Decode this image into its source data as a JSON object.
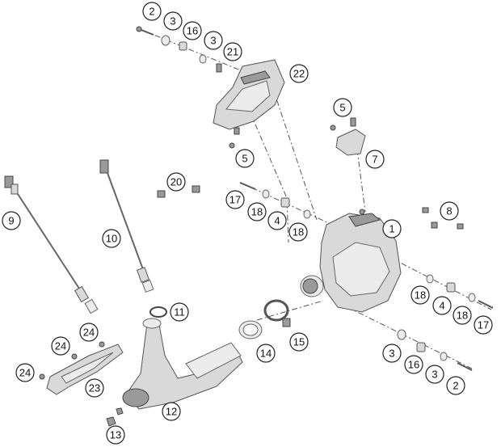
{
  "callouts": [
    {
      "id": "c2a",
      "label": "2"
    },
    {
      "id": "c3a",
      "label": "3"
    },
    {
      "id": "c16a",
      "label": "16"
    },
    {
      "id": "c3b",
      "label": "3"
    },
    {
      "id": "c21",
      "label": "21"
    },
    {
      "id": "c22",
      "label": "22"
    },
    {
      "id": "c5a",
      "label": "5"
    },
    {
      "id": "c5b",
      "label": "5"
    },
    {
      "id": "c7",
      "label": "7"
    },
    {
      "id": "c20",
      "label": "20"
    },
    {
      "id": "c17a",
      "label": "17"
    },
    {
      "id": "c18a",
      "label": "18"
    },
    {
      "id": "c4a",
      "label": "4"
    },
    {
      "id": "c18b",
      "label": "18"
    },
    {
      "id": "c8",
      "label": "8"
    },
    {
      "id": "c1",
      "label": "1"
    },
    {
      "id": "c9",
      "label": "9"
    },
    {
      "id": "c10",
      "label": "10"
    },
    {
      "id": "c11",
      "label": "11"
    },
    {
      "id": "c18c",
      "label": "18"
    },
    {
      "id": "c4b",
      "label": "4"
    },
    {
      "id": "c18d",
      "label": "18"
    },
    {
      "id": "c17b",
      "label": "17"
    },
    {
      "id": "c14",
      "label": "14"
    },
    {
      "id": "c15",
      "label": "15"
    },
    {
      "id": "c3c",
      "label": "3"
    },
    {
      "id": "c16b",
      "label": "16"
    },
    {
      "id": "c3d",
      "label": "3"
    },
    {
      "id": "c2b",
      "label": "2"
    },
    {
      "id": "c24a",
      "label": "24"
    },
    {
      "id": "c24b",
      "label": "24"
    },
    {
      "id": "c24c",
      "label": "24"
    },
    {
      "id": "c23",
      "label": "23"
    },
    {
      "id": "c12",
      "label": "12"
    },
    {
      "id": "c13",
      "label": "13"
    }
  ]
}
